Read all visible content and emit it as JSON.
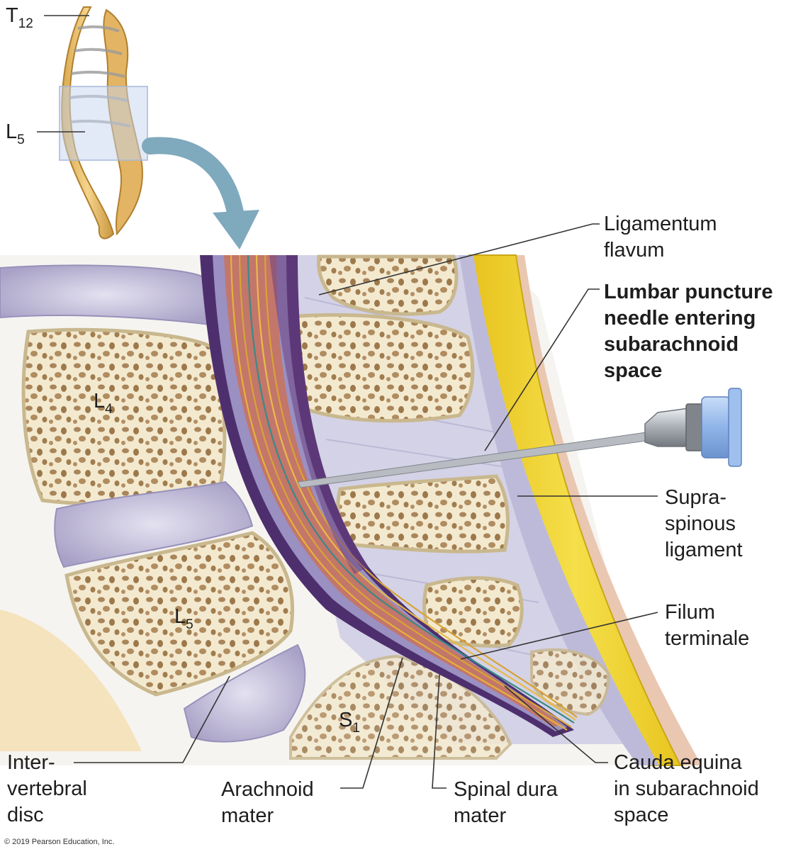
{
  "labels": {
    "t12": {
      "main": "T",
      "sub": "12"
    },
    "l5_top": {
      "main": "L",
      "sub": "5"
    },
    "l4": {
      "main": "L",
      "sub": "4"
    },
    "l5": {
      "main": "L",
      "sub": "5"
    },
    "s1": {
      "main": "S",
      "sub": "1"
    },
    "ligamentum_flavum": [
      "Ligamentum",
      "flavum"
    ],
    "lumbar_puncture": [
      "Lumbar puncture",
      "needle entering",
      "subarachnoid",
      "space"
    ],
    "supraspinous": [
      "Supra-",
      "spinous",
      "ligament"
    ],
    "filum_terminale": [
      "Filum",
      "terminale"
    ],
    "cauda_equina": [
      "Cauda equina",
      "in subarachnoid",
      "space"
    ],
    "spinal_dura_mater": [
      "Spinal dura",
      "mater"
    ],
    "arachnoid_mater": [
      "Arachnoid",
      "mater"
    ],
    "intervertebral_disc": [
      "Inter-",
      "vertebral",
      "disc"
    ]
  },
  "copyright": "© 2019 Pearson Education, Inc.",
  "colors": {
    "bone": "#f3e9cf",
    "bone_outline": "#c9b88e",
    "spongy": "#a07d4e",
    "disc": "#b9b3d2",
    "ligament": "#cfcde2",
    "fat": "#f1d42e",
    "dura": "#7d4f8c",
    "csf": "#c3766a",
    "arrow": "#7fa9bd",
    "needle": "#bfc3c8",
    "hub": "#8fb4e8"
  }
}
